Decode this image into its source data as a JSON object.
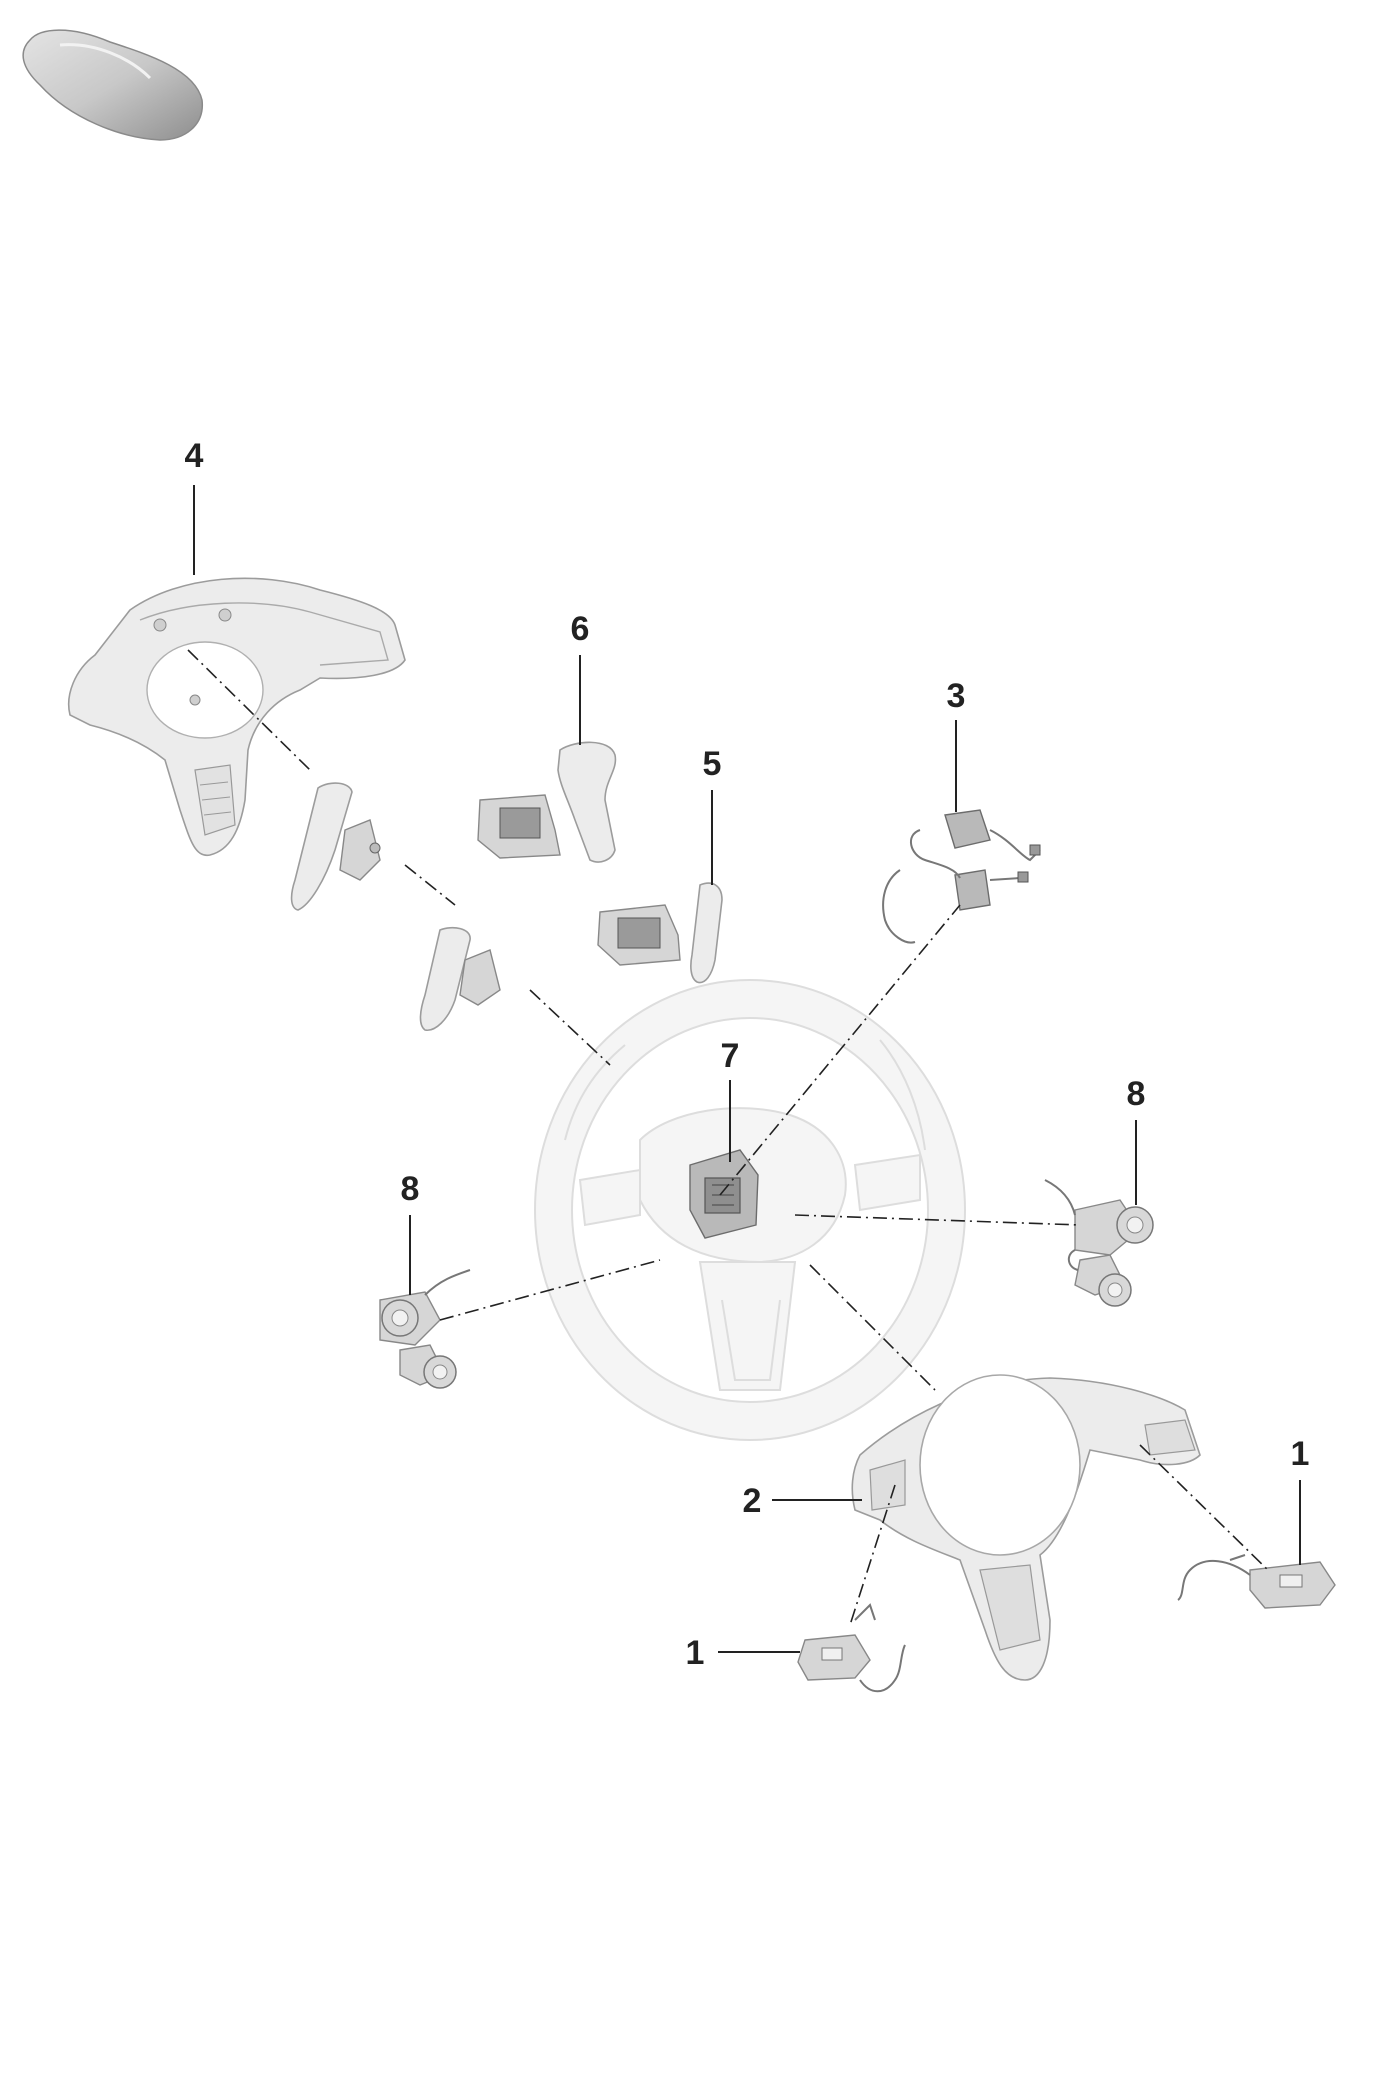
{
  "model_thumbnail_icon": "car-model-thumbnail",
  "callouts": {
    "c1a": "1",
    "c1b": "1",
    "c2": "2",
    "c3": "3",
    "c4": "4",
    "c5": "5",
    "c6": "6",
    "c7": "7",
    "c8a": "8",
    "c8b": "8"
  }
}
